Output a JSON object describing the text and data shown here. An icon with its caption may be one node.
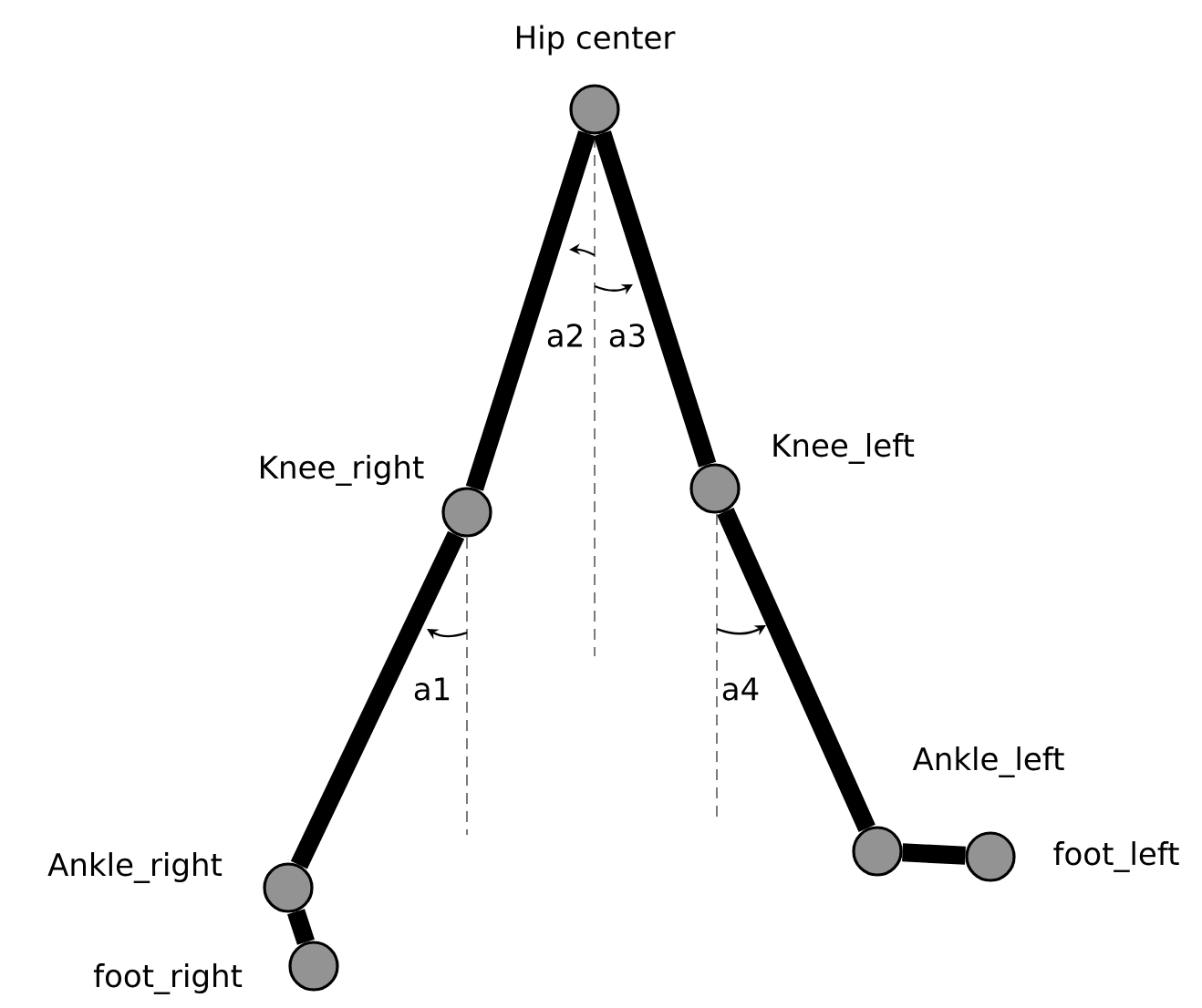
{
  "diagram": {
    "nodes": [
      {
        "text": [],
        "shape": "circle",
        "beside": [
          "Hip center"
        ]
      },
      {
        "text": [],
        "shape": "circle",
        "beside": [
          "Knee_right"
        ]
      },
      {
        "text": [],
        "shape": "circle",
        "beside": [
          "Knee_left"
        ]
      },
      {
        "text": [],
        "shape": "circle",
        "beside": [
          "Ankle_right"
        ]
      },
      {
        "text": [],
        "shape": "circle",
        "beside": [
          "foot_right"
        ]
      },
      {
        "text": [],
        "shape": "circle",
        "beside": [
          "Ankle_left"
        ]
      },
      {
        "text": [],
        "shape": "circle",
        "beside": [
          "foot_left"
        ]
      }
    ],
    "edges": [
      {
        "from": 0,
        "to": 1,
        "arrow": "none"
      },
      {
        "from": 1,
        "to": 3,
        "arrow": "none"
      },
      {
        "from": 3,
        "to": 4,
        "arrow": "none"
      },
      {
        "from": 0,
        "to": 2,
        "arrow": "none"
      },
      {
        "from": 2,
        "to": 5,
        "arrow": "none"
      },
      {
        "from": 5,
        "to": 6,
        "arrow": "none"
      }
    ],
    "labels": [
      "a2",
      "a3",
      "a1",
      "a4"
    ]
  }
}
